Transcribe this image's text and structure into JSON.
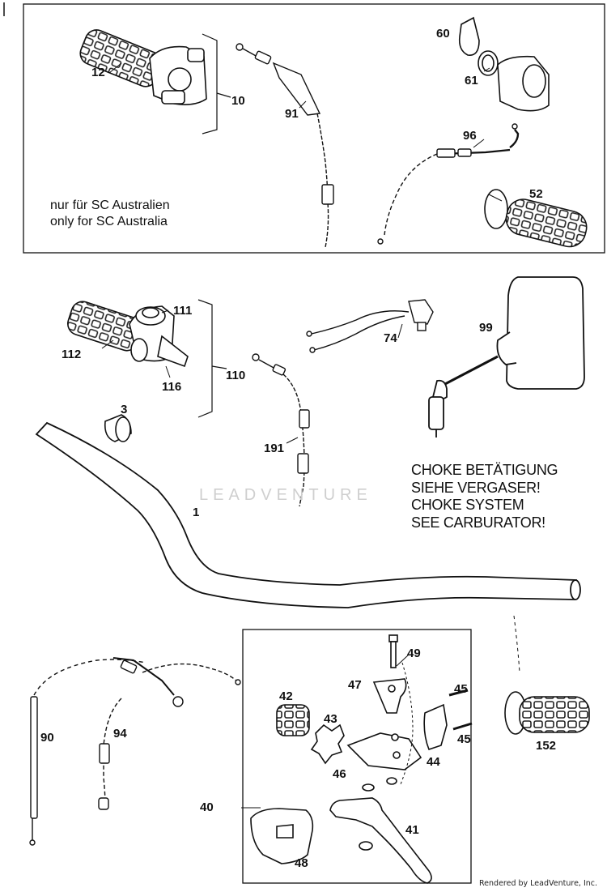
{
  "notes": {
    "australia_de": "nur für SC Australien",
    "australia_en": "only for SC Australia",
    "choke_de_1": "CHOKE BETÄTIGUNG",
    "choke_de_2": "SIEHE VERGASER!",
    "choke_en_1": "CHOKE SYSTEM",
    "choke_en_2": "SEE CARBURATOR!"
  },
  "watermark": "LEADVENTURE",
  "footer": "Rendered by LeadVenture, Inc.",
  "callouts": {
    "c12": "12",
    "c10": "10",
    "c91": "91",
    "c60": "60",
    "c61": "61",
    "c96": "96",
    "c52": "52",
    "c111": "111",
    "c112": "112",
    "c116": "116",
    "c110": "110",
    "c74": "74",
    "c99": "99",
    "c3": "3",
    "c191": "191",
    "c1": "1",
    "c49": "49",
    "c47": "47",
    "c45a": "45",
    "c45b": "45",
    "c42": "42",
    "c43": "43",
    "c44": "44",
    "c46": "46",
    "c40": "40",
    "c41": "41",
    "c48": "48",
    "c90": "90",
    "c94": "94",
    "c152": "152"
  },
  "icons": [
    "throttle-grip-icon",
    "cable-icon",
    "switch-housing-icon",
    "handlebar-icon",
    "mirror-icon",
    "clutch-lever-icon",
    "brake-hand-guard-icon"
  ]
}
